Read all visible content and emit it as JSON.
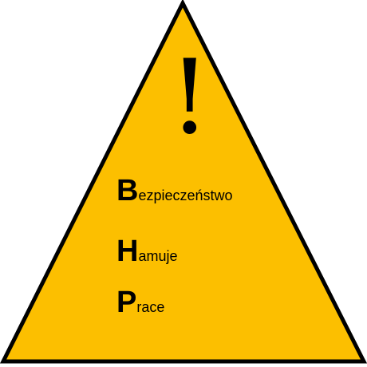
{
  "sign": {
    "fill_color": "#fcbf00",
    "stroke_color": "#000000",
    "symbol": "!",
    "icon": "warning-triangle-icon"
  },
  "acronym": [
    {
      "initial": "B",
      "rest": "ezpieczeństwo"
    },
    {
      "initial": "H",
      "rest": "amuje"
    },
    {
      "initial": "P",
      "rest": "race"
    }
  ]
}
